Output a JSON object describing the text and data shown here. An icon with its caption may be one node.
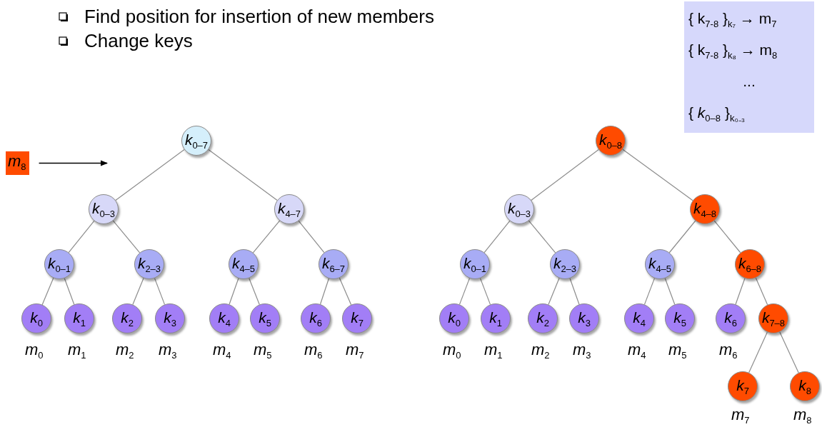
{
  "diagram": {
    "nodes": [
      {
        "text": [
          "*m*$_{8}$"
        ]
      },
      {
        "text": [
          "*k*$_{0–7}$"
        ]
      },
      {
        "text": [
          "*k*$_{0–3}$"
        ]
      },
      {
        "text": [
          "*k*$_{4–7}$"
        ]
      },
      {
        "text": [
          "*k*$_{0–1}$"
        ]
      },
      {
        "text": [
          "*k*$_{2–3}$"
        ]
      },
      {
        "text": [
          "*k*$_{4–5}$"
        ]
      },
      {
        "text": [
          "*k*$_{6–7}$"
        ]
      },
      {
        "text": [
          "*k*$_{0}$"
        ],
        "beside": [
          "*m*$_{0}$"
        ]
      },
      {
        "text": [
          "*k*$_{1}$"
        ],
        "beside": [
          "*m*$_{1}$"
        ]
      },
      {
        "text": [
          "*k*$_{2}$"
        ],
        "beside": [
          "*m*$_{2}$"
        ]
      },
      {
        "text": [
          "*k*$_{3}$"
        ],
        "beside": [
          "*m*$_{3}$"
        ]
      },
      {
        "text": [
          "*k*$_{4}$"
        ],
        "beside": [
          "*m*$_{4}$"
        ]
      },
      {
        "text": [
          "*k*$_{5}$"
        ],
        "beside": [
          "*m*$_{5}$"
        ]
      },
      {
        "text": [
          "*k*$_{6}$"
        ],
        "beside": [
          "*m*$_{6}$"
        ]
      },
      {
        "text": [
          "*k*$_{7}$"
        ],
        "beside": [
          "*m*$_{7}$"
        ]
      },
      {
        "text": [
          "*k*$_{0–8}$"
        ]
      },
      {
        "text": [
          "*k*$_{0–3}$"
        ]
      },
      {
        "text": [
          "*k*$_{4–8}$"
        ]
      },
      {
        "text": [
          "*k*$_{0–1}$"
        ]
      },
      {
        "text": [
          "*k*$_{2–3}$"
        ]
      },
      {
        "text": [
          "*k*$_{4–5}$"
        ]
      },
      {
        "text": [
          "*k*$_{6–8}$"
        ]
      },
      {
        "text": [
          "*k*$_{0}$"
        ],
        "beside": [
          "*m*$_{0}$"
        ]
      },
      {
        "text": [
          "*k*$_{1}$"
        ],
        "beside": [
          "*m*$_{1}$"
        ]
      },
      {
        "text": [
          "*k*$_{2}$"
        ],
        "beside": [
          "*m*$_{2}$"
        ]
      },
      {
        "text": [
          "*k*$_{3}$"
        ],
        "beside": [
          "*m*$_{3}$"
        ]
      },
      {
        "text": [
          "*k*$_{4}$"
        ],
        "beside": [
          "*m*$_{4}$"
        ]
      },
      {
        "text": [
          "*k*$_{5}$"
        ],
        "beside": [
          "*m*$_{5}$"
        ]
      },
      {
        "text": [
          "*k*$_{6}$"
        ],
        "beside": [
          "*m*$_{6}$"
        ]
      },
      {
        "text": [
          "*k*$_{7–8}$"
        ]
      },
      {
        "text": [
          "*k*$_{7}$"
        ],
        "beside": [
          "*m*$_{7}$"
        ]
      },
      {
        "text": [
          "*k*$_{8}$"
        ],
        "beside": [
          "*m*$_{8}$"
        ]
      },
      {
        "text": [
          "{ k$_{7-8}$ }$_{k₇}$ → m$_{7}$",
          "{ k$_{7-8}$ }$_{k₈}$ → m$_{8}$",
          "...",
          "{ *k*$_{0–8}$ }$_{k₀₋₃}$"
        ]
      }
    ],
    "edges": [
      {
        "from": 0,
        "to": null,
        "arrow": "to",
        "color": "#000000"
      },
      {
        "from": 1,
        "to": 2,
        "arrow": "none"
      },
      {
        "from": 1,
        "to": 3,
        "arrow": "none"
      },
      {
        "from": 2,
        "to": 4,
        "arrow": "none"
      },
      {
        "from": 2,
        "to": 5,
        "arrow": "none"
      },
      {
        "from": 3,
        "to": 6,
        "arrow": "none"
      },
      {
        "from": 3,
        "to": 7,
        "arrow": "none"
      },
      {
        "from": 4,
        "to": 8,
        "arrow": "none"
      },
      {
        "from": 4,
        "to": 9,
        "arrow": "none"
      },
      {
        "from": 5,
        "to": 10,
        "arrow": "none"
      },
      {
        "from": 5,
        "to": 11,
        "arrow": "none"
      },
      {
        "from": 6,
        "to": 12,
        "arrow": "none"
      },
      {
        "from": 6,
        "to": 13,
        "arrow": "none"
      },
      {
        "from": 7,
        "to": 14,
        "arrow": "none"
      },
      {
        "from": 7,
        "to": 15,
        "arrow": "none"
      },
      {
        "from": 16,
        "to": 17,
        "arrow": "none"
      },
      {
        "from": 16,
        "to": 18,
        "arrow": "none"
      },
      {
        "from": 17,
        "to": 19,
        "arrow": "none"
      },
      {
        "from": 17,
        "to": 20,
        "arrow": "none"
      },
      {
        "from": 18,
        "to": 21,
        "arrow": "none"
      },
      {
        "from": 18,
        "to": 22,
        "arrow": "none"
      },
      {
        "from": 19,
        "to": 23,
        "arrow": "none"
      },
      {
        "from": 19,
        "to": 24,
        "arrow": "none"
      },
      {
        "from": 20,
        "to": 25,
        "arrow": "none"
      },
      {
        "from": 20,
        "to": 26,
        "arrow": "none"
      },
      {
        "from": 21,
        "to": 27,
        "arrow": "none"
      },
      {
        "from": 21,
        "to": 28,
        "arrow": "none"
      },
      {
        "from": 22,
        "to": 29,
        "arrow": "none"
      },
      {
        "from": 22,
        "to": 30,
        "arrow": "none"
      },
      {
        "from": 30,
        "to": 31,
        "arrow": "none"
      },
      {
        "from": 30,
        "to": 32,
        "arrow": "none"
      }
    ],
    "labels": [
      "Find position for insertion of new members",
      "Change keys"
    ]
  }
}
